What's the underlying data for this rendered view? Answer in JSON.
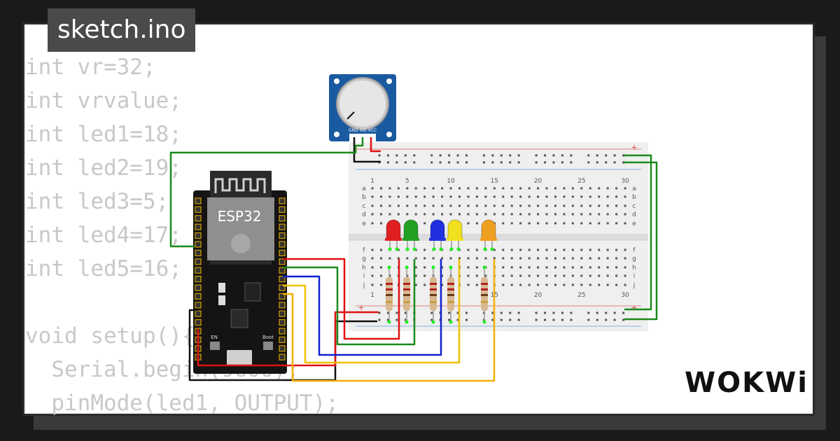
{
  "title": "sketch.ino",
  "code_lines": [
    "int vr=32;",
    "int vrvalue;",
    "int led1=18;",
    "int led2=19;",
    "int led3=5;",
    "int led4=17;",
    "int led5=16;",
    "",
    "void setup(){",
    "  Serial.begin(9600);",
    "  pinMode(led1, OUTPUT);"
  ],
  "esp32": {
    "label": "ESP32",
    "en_label": "EN",
    "boot_label": "Boot"
  },
  "potentiometer": {
    "pins_label": "GND SIG VCC"
  },
  "breadboard": {
    "col_numbers": [
      "1",
      "5",
      "10",
      "15",
      "20",
      "25",
      "30"
    ],
    "rows_top": [
      "a",
      "b",
      "c",
      "d",
      "e"
    ],
    "rows_bottom": [
      "f",
      "g",
      "h",
      "i",
      "j"
    ],
    "plus": "+",
    "minus": "−"
  },
  "leds": [
    {
      "name": "red",
      "color": "#e02020"
    },
    {
      "name": "green",
      "color": "#22a022"
    },
    {
      "name": "blue",
      "color": "#2030e0"
    },
    {
      "name": "yellow",
      "color": "#f0e020"
    },
    {
      "name": "orange",
      "color": "#f0a020"
    }
  ],
  "wire_colors": {
    "red": "#e01010",
    "green": "#1a8a1a",
    "blue": "#1020d0",
    "yellow": "#f0c000",
    "orange": "#f5b000",
    "black": "#111111"
  },
  "logo": "WOKWi"
}
